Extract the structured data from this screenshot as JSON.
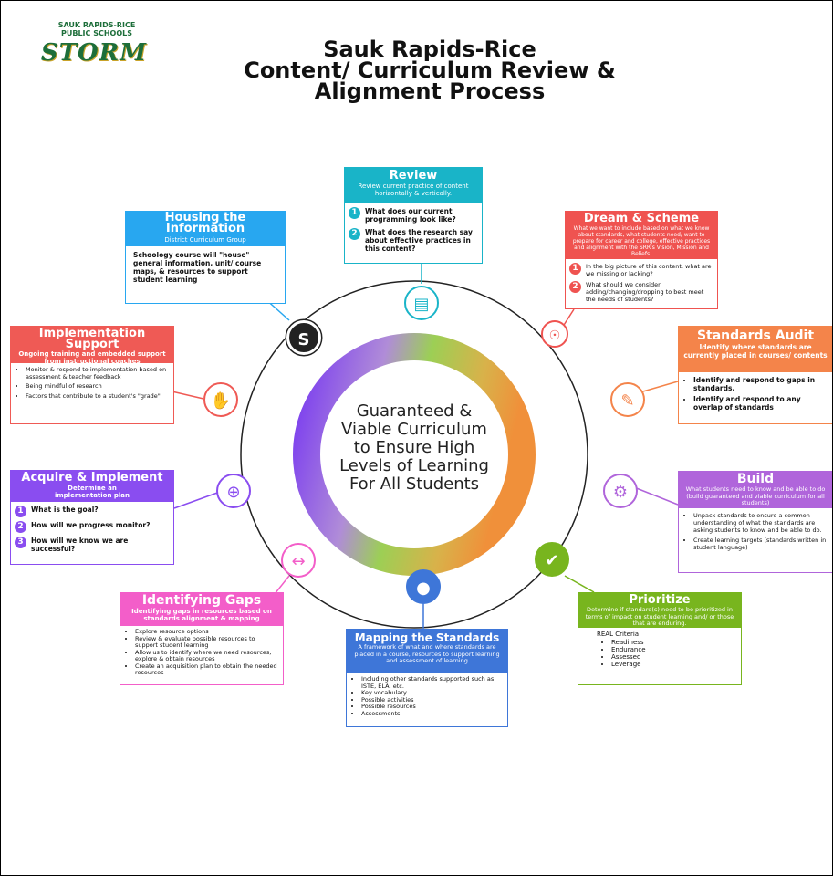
{
  "logo": {
    "district_line1": "SAUK RAPIDS-RICE",
    "district_line2": "PUBLIC SCHOOLS",
    "wordmark": "STORM"
  },
  "title": {
    "line1": "Sauk Rapids-Rice",
    "line2": "Content/ Curriculum Review &",
    "line3": "Alignment Process"
  },
  "center": {
    "line1": "Guaranteed &",
    "line2": "Viable Curriculum",
    "line3": "to Ensure High",
    "line4": "Levels of Learning",
    "line5": "For All Students"
  },
  "colors": {
    "review": "#19b4c8",
    "dream": "#ef5350",
    "standards_audit": "#f4844a",
    "build": "#b065db",
    "prioritize": "#78b51e",
    "mapping": "#3e76d8",
    "gaps": "#f35ec9",
    "acquire": "#8a4df0",
    "implementation": "#ef5a55",
    "housing": "#28a7f0"
  },
  "icons": {
    "review": "document-icon",
    "dream": "lightbulb-icon",
    "standards_audit": "checklist-icon",
    "build": "gear-icon",
    "prioritize": "checkmark-icon",
    "mapping": "map-pin-icon",
    "gaps": "double-arrow-icon",
    "acquire": "plus-icon",
    "implementation": "handshake-icon",
    "housing": "schoology-icon"
  },
  "review": {
    "title": "Review",
    "subtitle": "Review current practice of content horizontally & vertically.",
    "q1_num": "1",
    "q1": "What does our current programming look like?",
    "q2_num": "2",
    "q2": "What does the research say about effective practices in this content?"
  },
  "dream": {
    "title": "Dream & Scheme",
    "subtitle": "What we want to include based on what we know about standards, what students need/ want to prepare for career and college, effective practices and alignment with the SRR's Vision, Mission and Beliefs.",
    "q1_num": "1",
    "q1": "In the big picture of this content, what are we missing or lacking?",
    "q2_num": "2",
    "q2": "What should we consider adding/changing/dropping to best meet the needs of students?"
  },
  "audit": {
    "title": "Standards Audit",
    "subtitle": "Identify where standards are currently placed in courses/ contents",
    "items": [
      "Identify and respond to gaps in standards.",
      "Identify and respond to any overlap of standards"
    ]
  },
  "build": {
    "title": "Build",
    "subtitle": "What students need to know and be able to do (build guaranteed and viable curriculum for all students)",
    "items": [
      "Unpack standards to ensure a common understanding of what the standards are asking students to know and be able to do.",
      "Create learning targets (standards written in student language)"
    ]
  },
  "prioritize": {
    "title": "Prioritize",
    "subtitle": "Determine if standard(s) need to be prioritized in terms of impact on student learning and/ or those that are enduring.",
    "criteria_label": "REAL Criteria",
    "items": [
      "Readiness",
      "Endurance",
      "Assessed",
      "Leverage"
    ]
  },
  "mapping": {
    "title": "Mapping the Standards",
    "subtitle": "A framework of what and where standards are placed in a course, resources to support learning and assessment of learning",
    "items": [
      "Including other standards supported such as ISTE, ELA, etc.",
      "Key vocabulary",
      "Possible activities",
      "Possible resources",
      "Assessments"
    ]
  },
  "gaps": {
    "title": "Identifying Gaps",
    "subtitle": "Identifying gaps in resources based on standards alignment & mapping",
    "items": [
      "Explore resource options",
      "Review & evaluate possible resources to support student learning",
      "Allow us to identify where we need resources, explore & obtain resources",
      "Create an acquisition plan to obtain the needed resources"
    ]
  },
  "acquire": {
    "title": "Acquire & Implement",
    "subtitle": "Determine an implementation plan",
    "q1_num": "1",
    "q1": "What is the goal?",
    "q2_num": "2",
    "q2": "How will we progress monitor?",
    "q3_num": "3",
    "q3": "How will we know we are successful?"
  },
  "implementation": {
    "title": "Implementation Support",
    "subtitle": "Ongoing training and embedded support from instructional coaches",
    "items": [
      "Monitor & respond to implementation based on assessment & teacher feedback",
      "Being mindful of research",
      "Factors that contribute to a student's \"grade\""
    ]
  },
  "housing": {
    "title": "Housing the Information",
    "subtitle": "District Curriculum Group",
    "body": "Schoology course will \"house\" general information, unit/ course maps, & resources to support student learning"
  }
}
